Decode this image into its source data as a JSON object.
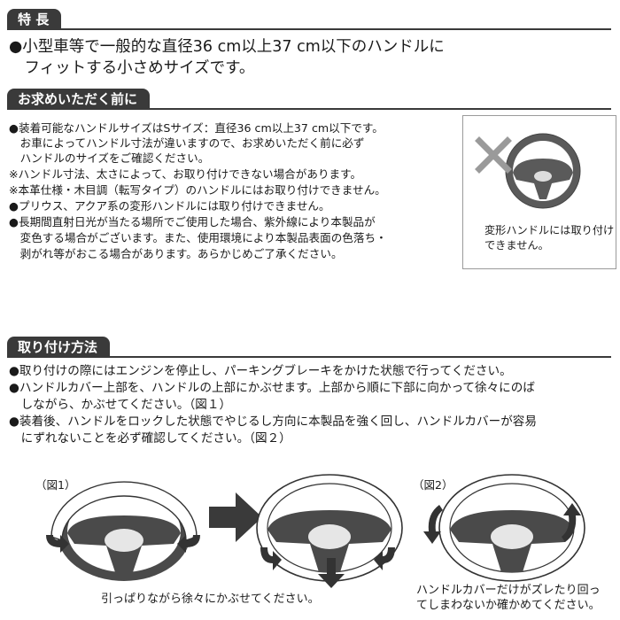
{
  "features": {
    "title": "特 長",
    "lines": [
      "●小型車等で一般的な直径36 cm以上37 cm以下のハンドルに",
      "　フィットする小さめサイズです。"
    ]
  },
  "before_purchase": {
    "title": "お求めいただく前に",
    "lines": [
      "●装着可能なハンドルサイズはSサイズ：直径36 cm以上37 cm以下です。",
      "　お車によってハンドル寸法が違いますので、お求めいただく前に必ず",
      "　ハンドルのサイズをご確認ください。",
      "※ハンドル寸法、太さによって、お取り付けできない場合があります。",
      "※本革仕様・木目調（転写タイプ）のハンドルにはお取り付けできません。",
      "●プリウス、アクア系の変形ハンドルには取り付けできません。",
      "●長期間直射日光が当たる場所でご使用した場合、紫外線により本製品が",
      "　変色する場合がございます。また、使用環境により本製品表面の色落ち・",
      "　剥がれ等がおこる場合があります。あらかじめご了承ください。"
    ],
    "note_lines": [
      "変形ハンドルには取り付け",
      "できません。"
    ]
  },
  "installation": {
    "title": "取り付け方法",
    "lines": [
      "●取り付けの際にはエンジンを停止し、パーキングブレーキをかけた状態で行ってください。",
      "●ハンドルカバー上部を、ハンドルの上部にかぶせます。上部から順に下部に向かって徐々にのば",
      "　しながら、かぶせてください。（図１）",
      "●装着後、ハンドルをロックした状態でやじるし方向に本製品を強く回し、ハンドルカバーが容易",
      "　にずれないことを必ず確認してください。（図２）"
    ],
    "fig1_label": "（図1）",
    "fig2_label": "（図2）",
    "fig1_caption": "引っぱりながら徐々にかぶせてください。",
    "fig2_caption_lines": [
      "ハンドルカバーだけがズレたり回っ",
      "てしまわないか確かめてください。"
    ]
  },
  "colors": {
    "tab": "#3a3a3a",
    "wheel": "#4a4a4a",
    "cover": "#ffffff",
    "cross": "#9a9a9a"
  },
  "icons": [
    "prohibited-x-icon",
    "steering-wheel-icon",
    "right-arrow-icon",
    "down-arrow-icon",
    "pull-arrow-icon",
    "rotate-arrow-icon"
  ]
}
